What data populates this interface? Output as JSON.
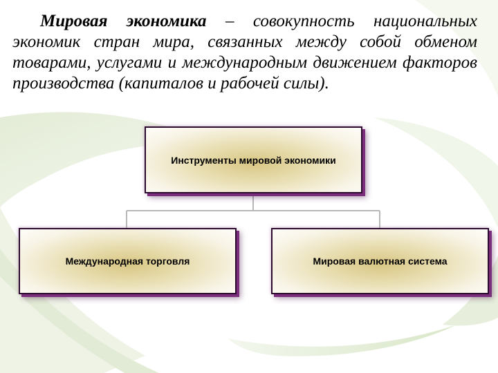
{
  "definition": {
    "term": "Мировая экономика",
    "text": " – совокупность национальных экономик стран мира, связанных между собой обменом товарами, услугами и международным движением факторов производства (капиталов и рабочей силы)."
  },
  "diagram": {
    "root": "Инструменты мировой экономики",
    "children": [
      "Международная торговля",
      "Мировая валютная система"
    ]
  }
}
